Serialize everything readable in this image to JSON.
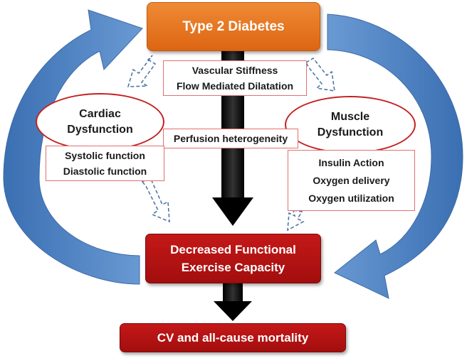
{
  "top": {
    "label": "Type 2 Diabetes"
  },
  "vascular": {
    "line1": "Vascular Stiffness",
    "line2": "Flow Mediated Dilatation"
  },
  "perfusion": {
    "label": "Perfusion heterogeneity"
  },
  "cardiac": {
    "title1": "Cardiac",
    "title2": "Dysfunction",
    "items": [
      "Systolic function",
      "Diastolic function"
    ]
  },
  "muscle": {
    "title1": "Muscle",
    "title2": "Dysfunction",
    "items": [
      "Insulin Action",
      "Oxygen delivery",
      "Oxygen utilization"
    ]
  },
  "middle": {
    "line1": "Decreased Functional",
    "line2": "Exercise Capacity"
  },
  "bottom": {
    "label": "CV and all-cause mortality"
  },
  "colors": {
    "orange": "#e8741e",
    "red": "#b81414",
    "blue": "#4a80c2",
    "outline_red": "#c42020",
    "dashed_blue": "#5078a8"
  }
}
